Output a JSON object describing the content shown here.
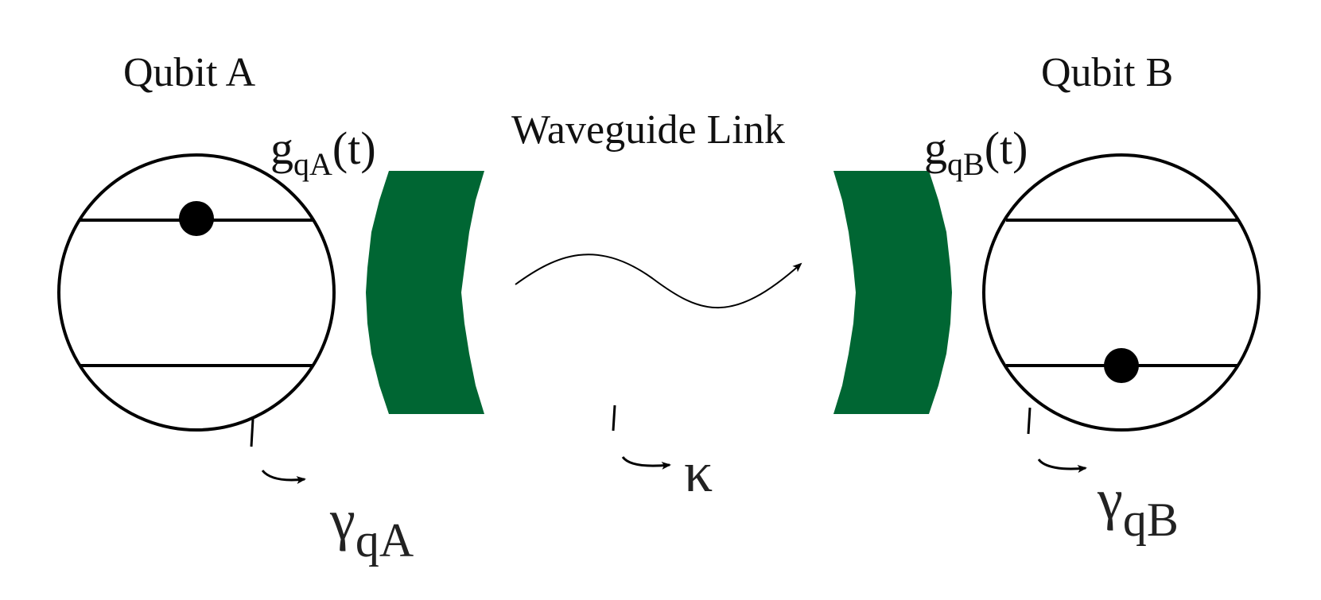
{
  "qubit_a": {
    "title": "Qubit A",
    "coupling": {
      "symbol": "g",
      "subscript": "qA",
      "suffix": "(t)"
    },
    "decay": {
      "symbol": "γ",
      "subscript": "qA"
    },
    "excited_level_occupied": true
  },
  "qubit_b": {
    "title": "Qubit B",
    "coupling": {
      "symbol": "g",
      "subscript": "qB",
      "suffix": "(t)"
    },
    "decay": {
      "symbol": "γ",
      "subscript": "qB"
    },
    "ground_level_occupied": true
  },
  "link": {
    "title": "Waveguide Link",
    "loss": {
      "symbol": "κ"
    }
  },
  "colors": {
    "mirror": "#006633",
    "stroke": "#000000",
    "text": "#111111"
  },
  "icons": {
    "decay_arrow": "curved-arrow-icon",
    "photon": "wavy-arrow-icon"
  }
}
